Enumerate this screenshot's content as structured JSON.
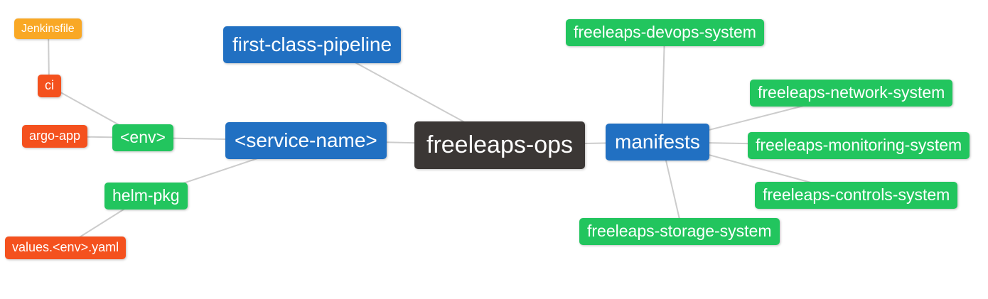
{
  "diagram": {
    "root_label": "freeleaps-ops",
    "colors": {
      "root": "#3b3735",
      "branch_blue": "#2170c2",
      "leaf_green": "#22c55e",
      "leaf_red": "#f4511e",
      "leaf_amber": "#f9a825",
      "edge": "#cccccc",
      "text": "#ffffff",
      "background": "#ffffff"
    },
    "nodes": {
      "root": {
        "label": "freeleaps-ops"
      },
      "first_class_pipeline": {
        "label": "first-class-pipeline"
      },
      "service_name": {
        "label": "<service-name>"
      },
      "manifests": {
        "label": "manifests"
      },
      "env": {
        "label": "<env>"
      },
      "helm_pkg": {
        "label": "helm-pkg"
      },
      "ci": {
        "label": "ci"
      },
      "argo_app": {
        "label": "argo-app"
      },
      "jenkinsfile": {
        "label": "Jenkinsfile"
      },
      "values_env_yaml": {
        "label": "values.<env>.yaml"
      },
      "devops_system": {
        "label": "freeleaps-devops-system"
      },
      "network_system": {
        "label": "freeleaps-network-system"
      },
      "monitoring_system": {
        "label": "freeleaps-monitoring-system"
      },
      "controls_system": {
        "label": "freeleaps-controls-system"
      },
      "storage_system": {
        "label": "freeleaps-storage-system"
      }
    },
    "edges": [
      [
        "jenkinsfile",
        "ci"
      ],
      [
        "ci",
        "env"
      ],
      [
        "argo_app",
        "env"
      ],
      [
        "env",
        "service_name"
      ],
      [
        "helm_pkg",
        "service_name"
      ],
      [
        "values_env_yaml",
        "helm_pkg"
      ],
      [
        "first_class_pipeline",
        "root"
      ],
      [
        "service_name",
        "root"
      ],
      [
        "root",
        "manifests"
      ],
      [
        "manifests",
        "devops_system"
      ],
      [
        "manifests",
        "network_system"
      ],
      [
        "manifests",
        "monitoring_system"
      ],
      [
        "manifests",
        "controls_system"
      ],
      [
        "manifests",
        "storage_system"
      ]
    ]
  }
}
